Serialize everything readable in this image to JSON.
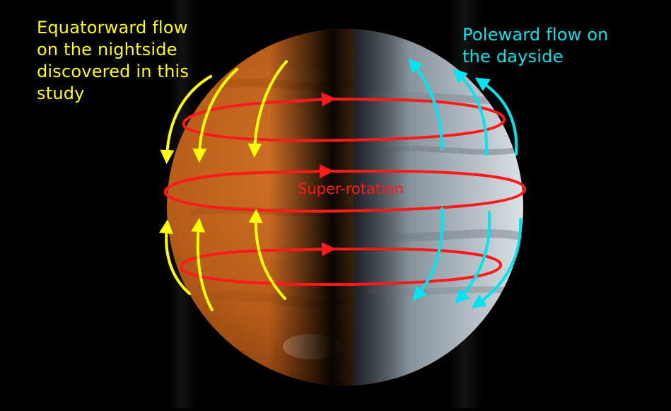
{
  "labels": {
    "night_caption": "Equatorward flow\non the nightside\ndiscovered in this\nstudy",
    "day_caption": "Poleward flow on\nthe dayside",
    "rotation_label": "Super-rotation"
  },
  "colors": {
    "background": "#000000",
    "night_flow": "#ffff00",
    "day_flow": "#00e5f0",
    "super_rotation": "#ff1a1a",
    "nightside_planet": "#c9671f",
    "dayside_planet": "#d7dde2"
  },
  "icons": {
    "planet": "venus-globe-icon",
    "night_arrows": "equatorward-arrow-icon",
    "day_arrows": "poleward-arrow-icon",
    "rotation_arrows": "zonal-arrow-icon"
  }
}
